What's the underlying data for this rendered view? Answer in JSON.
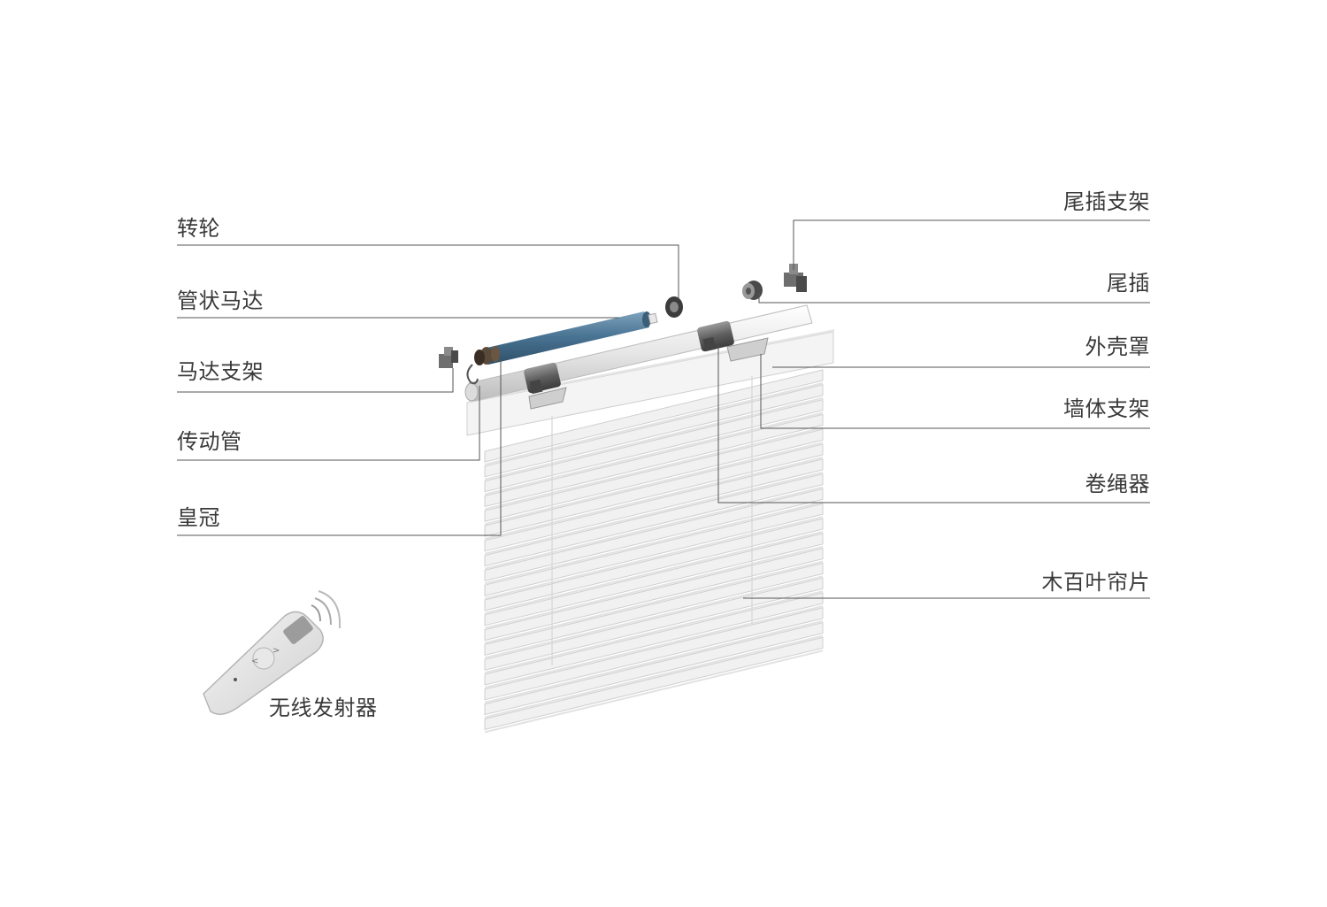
{
  "labels": {
    "wheel": "转轮",
    "tubular_motor": "管状马达",
    "motor_bracket": "马达支架",
    "drive_tube": "传动管",
    "crown": "皇冠",
    "end_plug_bracket": "尾插支架",
    "end_plug": "尾插",
    "outer_cover": "外壳罩",
    "wall_bracket": "墙体支架",
    "cord_winder": "卷绳器",
    "wood_slats": "木百叶帘片",
    "remote": "无线发射器"
  },
  "colors": {
    "motor": "#4a7594",
    "label_text": "#3a3a3a",
    "leader_line": "#555555",
    "hardware": "#6e6e6e",
    "slat": "#f1f1f1",
    "slat_edge": "#cfcfcf"
  }
}
